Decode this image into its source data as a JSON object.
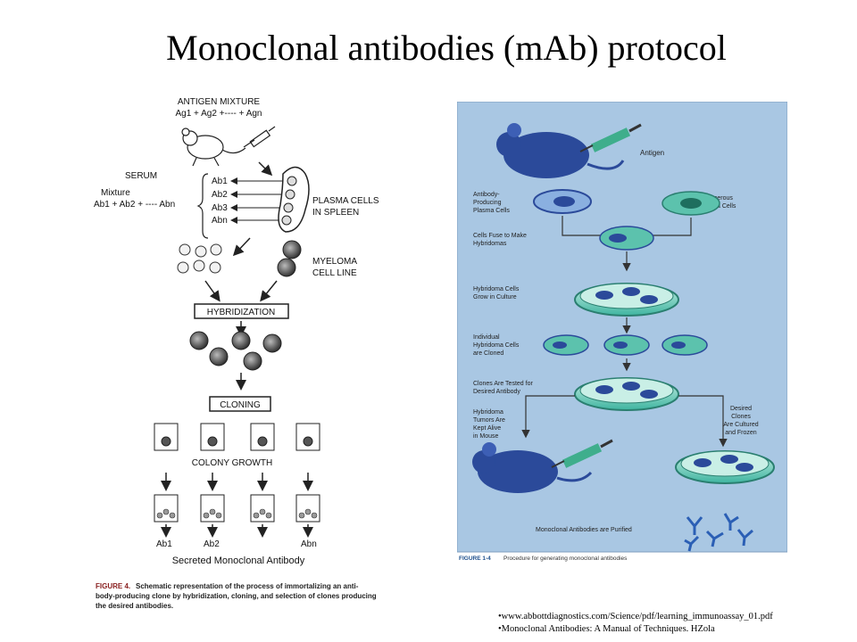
{
  "title": "Monoclonal antibodies (mAb) protocol",
  "left_figure": {
    "antigen_mixture": "ANTIGEN MIXTURE",
    "ag_formula": "Ag1 + Ag2 +---- + Agn",
    "serum": "SERUM",
    "mixture": "Mixture",
    "ab_formula": "Ab1 + Ab2 + ---- Abn",
    "ab_labels": [
      "Ab1",
      "Ab2",
      "Ab3",
      "Abn"
    ],
    "plasma_cells": [
      "PLASMA CELLS",
      "IN SPLEEN"
    ],
    "myeloma": [
      "MYELOMA",
      "CELL LINE"
    ],
    "hybridization": "HYBRIDIZATION",
    "cloning": "CLONING",
    "colony_growth": "COLONY GROWTH",
    "secreted_labels": [
      "Ab1",
      "Ab2",
      "Abn"
    ],
    "secreted_antibody": "Secreted  Monoclonal Antibody",
    "caption_label": "FIGURE 4.",
    "caption_lines": [
      "Schematic representation of the process of immortalizing an anti-",
      "body-producing clone by hybridization, cloning, and selection of clones producing",
      "the desired antibodies."
    ]
  },
  "right_figure": {
    "antigen": "Antigen",
    "antibody_producing": [
      "Antibody-",
      "Producing",
      "Plasma Cells"
    ],
    "cancerous": [
      "Cancerous",
      "Plasma Cells"
    ],
    "cells_fuse": [
      "Cells Fuse to Make",
      "Hybridomas"
    ],
    "hybridoma_grow": [
      "Hybridoma Cells",
      "Grow in Culture"
    ],
    "individual_cloned": [
      "Individual",
      "Hybridoma Cells",
      "are Cloned"
    ],
    "clones_tested": [
      "Clones Are Tested for",
      "Desired Antibody"
    ],
    "tumors_alive": [
      "Hybridoma",
      "Tumors Are",
      "Kept Alive",
      "in Mouse"
    ],
    "desired_clones": [
      "Desired",
      "Clones",
      "Are Cultured",
      "and Frozen"
    ],
    "purified": "Monoclonal Antibodies are Purified",
    "caption_label": "FIGURE 1-4",
    "caption_text": "Procedure for generating monoclonal antibodies"
  },
  "references": [
    "•www.abbottdiagnostics.com/Science/pdf/learning_immunoassay_01.pdf",
    "•Monoclonal Antibodies: A Manual of Techniques.  HZola"
  ]
}
